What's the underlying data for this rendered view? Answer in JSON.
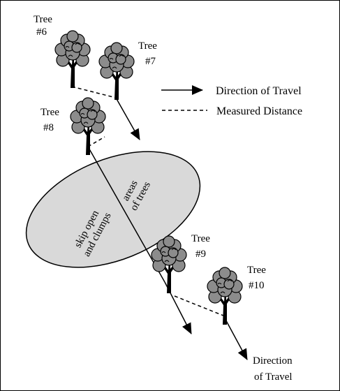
{
  "colors": {
    "frame": "#000000",
    "ellipse_fill": "#d9d9d9",
    "tree_canopy": "#8c8c8c",
    "tree_outline": "#000000",
    "line": "#000000"
  },
  "legend": {
    "direction_label": "Direction of Travel",
    "measured_label": "Measured Distance"
  },
  "trees": [
    {
      "id": "tree6",
      "label_line1": "Tree",
      "label_line2": "#6"
    },
    {
      "id": "tree7",
      "label_line1": "Tree",
      "label_line2": "#7"
    },
    {
      "id": "tree8",
      "label_line1": "Tree",
      "label_line2": "#8"
    },
    {
      "id": "tree9",
      "label_line1": "Tree",
      "label_line2": "#9"
    },
    {
      "id": "tree10",
      "label_line1": "Tree",
      "label_line2": "#10"
    }
  ],
  "zone": {
    "line1": "skip open",
    "line2": "and clumps",
    "line3": "areas",
    "line4": "of trees"
  },
  "bottom_label": {
    "line1": "Direction",
    "line2": "of Travel"
  },
  "icons": {
    "tree": "tree-icon",
    "arrow": "arrow-icon"
  }
}
